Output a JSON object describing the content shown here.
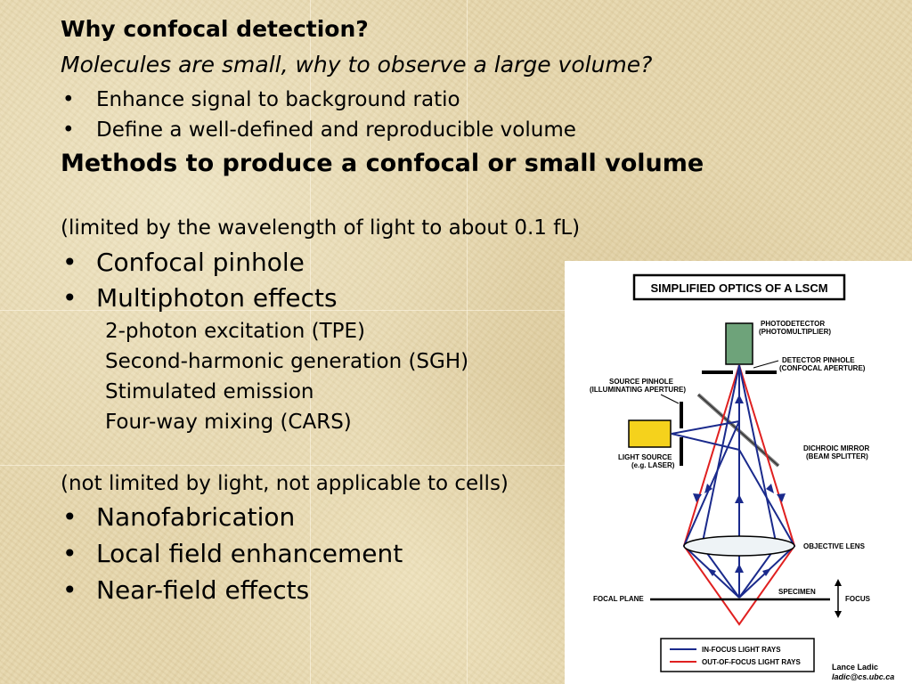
{
  "slide": {
    "title": "Why confocal detection?",
    "subtitle": "Molecules are small, why to observe a large volume?",
    "goals": [
      "Enhance signal to background ratio",
      "Define a well-defined and reproducible volume"
    ],
    "methods_heading": "Methods to produce a confocal or small volume",
    "limited_note": "(limited by the wavelength of light to about 0.1 fL)",
    "limited_methods": [
      "Confocal pinhole",
      "Multiphoton effects"
    ],
    "multiphoton_items": [
      "2-photon excitation (TPE)",
      "Second-harmonic generation (SGH)",
      "Stimulated emission",
      "Four-way mixing (CARS)"
    ],
    "unlimited_note": "(not limited by light, not applicable to cells)",
    "unlimited_methods": [
      "Nanofabrication",
      "Local field enhancement",
      "Near-field effects"
    ],
    "bullet_char": "•"
  },
  "figure": {
    "title": "SIMPLIFIED OPTICS OF A LSCM",
    "labels": {
      "photodetector": "PHOTODETECTOR",
      "photomultiplier": "(PHOTOMULTIPLIER)",
      "detector_pinhole": "DETECTOR PINHOLE",
      "confocal_aperture": "(CONFOCAL APERTURE)",
      "source_pinhole": "SOURCE PINHOLE",
      "illuminating_aperture": "(ILLUMINATING APERTURE)",
      "light_source": "LIGHT SOURCE",
      "laser": "(e.g. LASER)",
      "dichroic_mirror": "DICHROIC MIRROR",
      "beam_splitter": "(BEAM SPLITTER)",
      "objective_lens": "OBJECTIVE LENS",
      "specimen": "SPECIMEN",
      "focal_plane": "FOCAL PLANE",
      "focus": "FOCUS",
      "legend_in_focus": "IN-FOCUS LIGHT RAYS",
      "legend_out_focus": "OUT-OF-FOCUS LIGHT RAYS"
    },
    "credit_name": "Lance Ladic",
    "credit_email": "ladic@cs.ubc.ca",
    "colors": {
      "in_focus": "#1a2a8c",
      "out_of_focus": "#e02020",
      "detector": "#6ea37a",
      "light_source": "#f5d21c"
    }
  }
}
